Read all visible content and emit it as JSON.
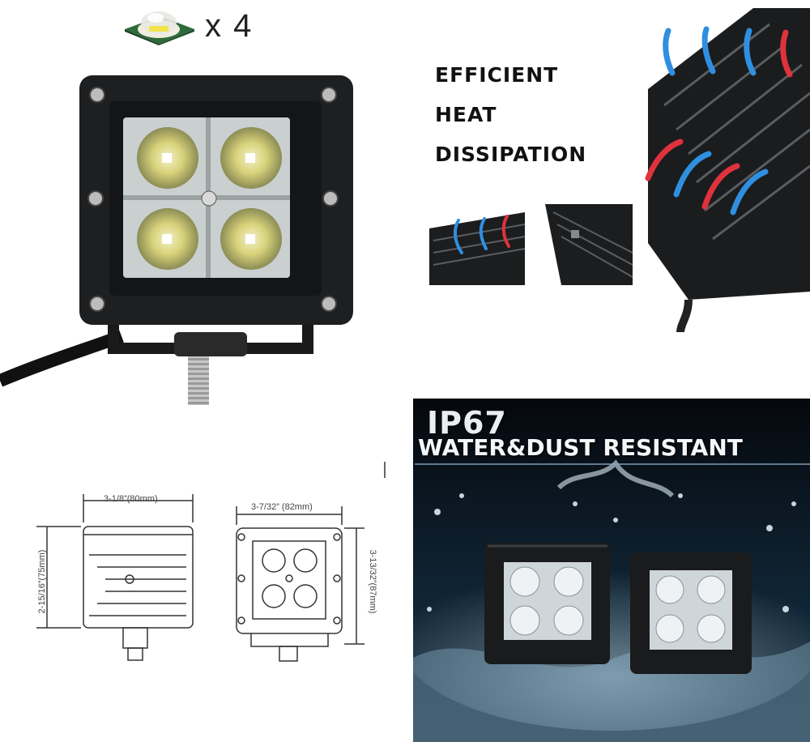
{
  "led_badge": {
    "count_label": "x 4",
    "icon": "led-chip-icon"
  },
  "heat": {
    "lines": [
      "EFFICIENT",
      "HEAT",
      "DISSIPATION"
    ]
  },
  "dimensions": {
    "width_side": "3-1/8”(80mm)",
    "height_side": "2-15/16”(75mm)",
    "width_front": "3-7/32” (82mm)",
    "height_front": "3-13/32”(87mm)"
  },
  "ip_panel": {
    "rating": "IP67",
    "subtitle": "WATER&DUST RESISTANT"
  },
  "colors": {
    "housing": "#1e1f21",
    "lens": "#cfd6d4",
    "led_yellow": "#e9d66a",
    "arrow_blue": "#2f8fe0",
    "arrow_red": "#e0323c"
  }
}
